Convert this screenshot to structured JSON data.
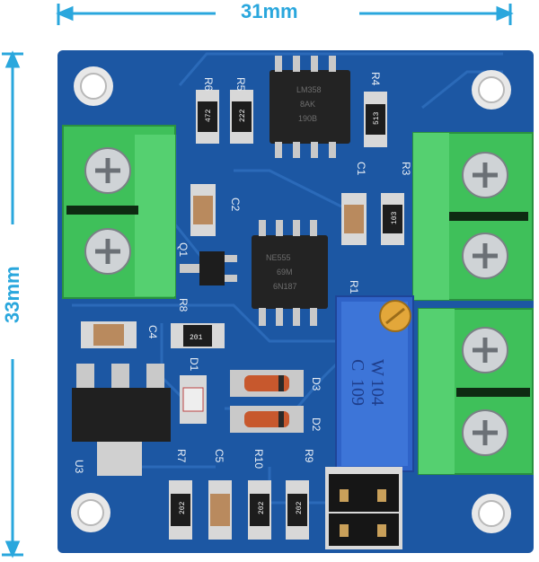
{
  "dimensions": {
    "width_label": "31mm",
    "height_label": "33mm",
    "accent_color": "#2aa7dd"
  },
  "board": {
    "pcb_color": "#1c57a3",
    "terminal_color": "#3fc05a",
    "silkscreen": {
      "R6": "R6",
      "R5": "R5",
      "R4": "R4",
      "R3": "R3",
      "R1": "R1",
      "C1": "C1",
      "C2": "C2",
      "C4": "C4",
      "C5": "C5",
      "Q1": "Q1",
      "R8": "R8",
      "D1": "D1",
      "D2": "D2",
      "D3": "D3",
      "U3": "U3",
      "R7": "R7",
      "R10": "R10",
      "R9": "R9"
    },
    "ic_top_lines": [
      "LM358",
      "8AK",
      "190B"
    ],
    "ic_bottom_lines": [
      "NE555",
      "69M",
      "6N187"
    ],
    "resistor_codes": {
      "r6": "472",
      "r5": "222",
      "r4": "513",
      "r3": "103",
      "r8": "201",
      "bottom1": "202",
      "bottom2": "202",
      "bottom3": "202"
    },
    "pot_lines": [
      "W",
      "104",
      "C",
      "109"
    ]
  }
}
